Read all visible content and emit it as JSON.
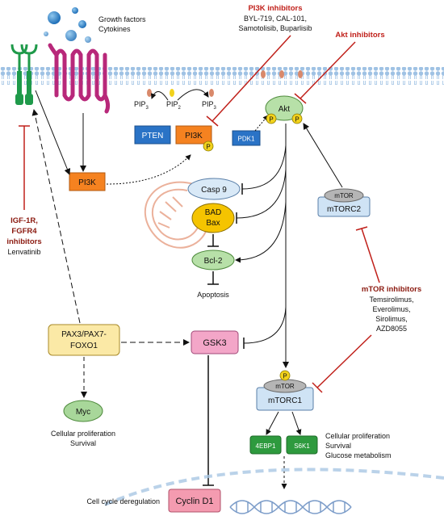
{
  "ligands": {
    "line1": "Growth factors",
    "line2": "Cytokines"
  },
  "pi3k_inhibitors": {
    "title": "PI3K inhibitors",
    "line1": "BYL-719, CAL-101,",
    "line2": "Samotolisib, Buparlisib"
  },
  "akt_inhibitors": {
    "title": "Akt inhibitors"
  },
  "igf_inhibitors": {
    "line1": "IGF-1R,",
    "line2": "FGFR4",
    "line3": "inhibitors",
    "drug": "Lenvatinib"
  },
  "mtor_inhibitors": {
    "title": "mTOR inhibitors",
    "drugs": [
      "Temsirolimus,",
      "Everolimus,",
      "Sirolimus,",
      "AZD8055"
    ]
  },
  "nodes": {
    "pip3_left": "PIP",
    "pip3_left_sub": "3",
    "pip2": "PIP",
    "pip2_sub": "2",
    "pip3_right": "PIP",
    "pip3_right_sub": "3",
    "pten": "PTEN",
    "pi3k_membrane": "PI3K",
    "phospho": "P",
    "pdk1": "PDK1",
    "akt": "Akt",
    "pi3k_cyto": "PI3K",
    "casp9": "Casp 9",
    "bad": "BAD",
    "bax": "Bax",
    "bcl2": "Bcl-2",
    "apoptosis": "Apoptosis",
    "mtor_cap": "mTOR",
    "mtorc2": "mTORC2",
    "mtorc1": "mTORC1",
    "pax_line1": "PAX3/PAX7-",
    "pax_line2": "FOXO1",
    "gsk3": "GSK3",
    "myc": "Myc",
    "four_ebp1": "4EBP1",
    "s6k1": "S6K1",
    "cyclin_d1": "Cyclin D1"
  },
  "outcomes": {
    "myc_line1": "Cellular proliferation",
    "myc_line2": "Survival",
    "mtorc1_line1": "Cellular proliferation",
    "mtorc1_line2": "Survival",
    "mtorc1_line3": "Glucose metabolism",
    "cell_cycle": "Cell cycle deregulation"
  },
  "colors": {
    "membrane": "#a9c7e4",
    "receptor_green": "#1f9a4a",
    "gpcr_magenta": "#b8287a",
    "pi3k_orange": "#f58220",
    "pten_blue": "#2a73c6",
    "akt_green": "#b7e0a8",
    "phospho_yellow": "#f2d21c",
    "casp9_blue": "#d9e9f7",
    "bad_yellow": "#f5c400",
    "bcl2_green": "#b7e0a8",
    "mtor_blue": "#cfe3f5",
    "pax_yellow": "#fbe9a6",
    "gsk3_pink": "#f3a6c8",
    "myc_green": "#a8d79a",
    "eb_green": "#2e9a3e",
    "cyclin_pink": "#f49bb0",
    "inhibitor_red": "#c0201a"
  }
}
